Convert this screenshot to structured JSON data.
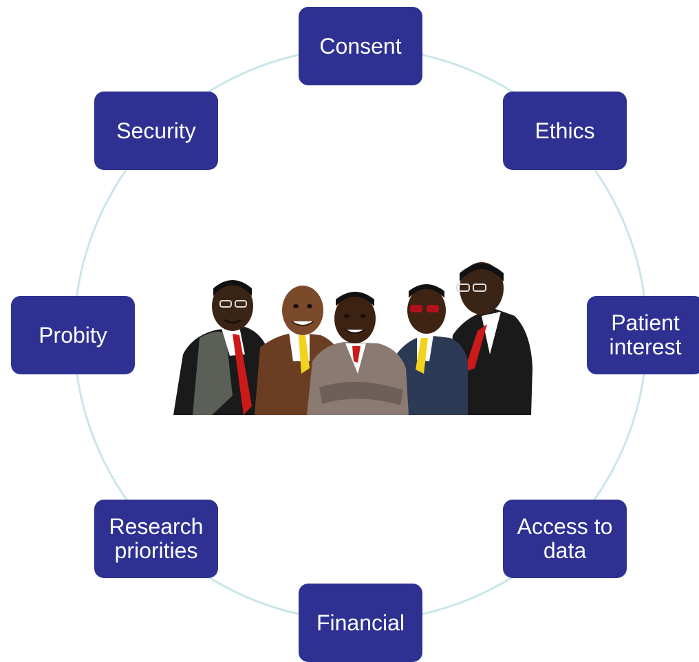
{
  "diagram": {
    "nodes": [
      {
        "id": "consent",
        "label": "Consent"
      },
      {
        "id": "ethics",
        "label": "Ethics"
      },
      {
        "id": "patient",
        "label": "Patient\ninterest"
      },
      {
        "id": "access",
        "label": "Access to\ndata"
      },
      {
        "id": "financial",
        "label": "Financial"
      },
      {
        "id": "research",
        "label": "Research\npriorities"
      },
      {
        "id": "probity",
        "label": "Probity"
      },
      {
        "id": "security",
        "label": "Security"
      }
    ],
    "colors": {
      "node_fill": "#2e3192",
      "node_text": "#ffffff",
      "ring": "#c9e6ea"
    },
    "center_image": "group-of-businessmen-clipart"
  }
}
